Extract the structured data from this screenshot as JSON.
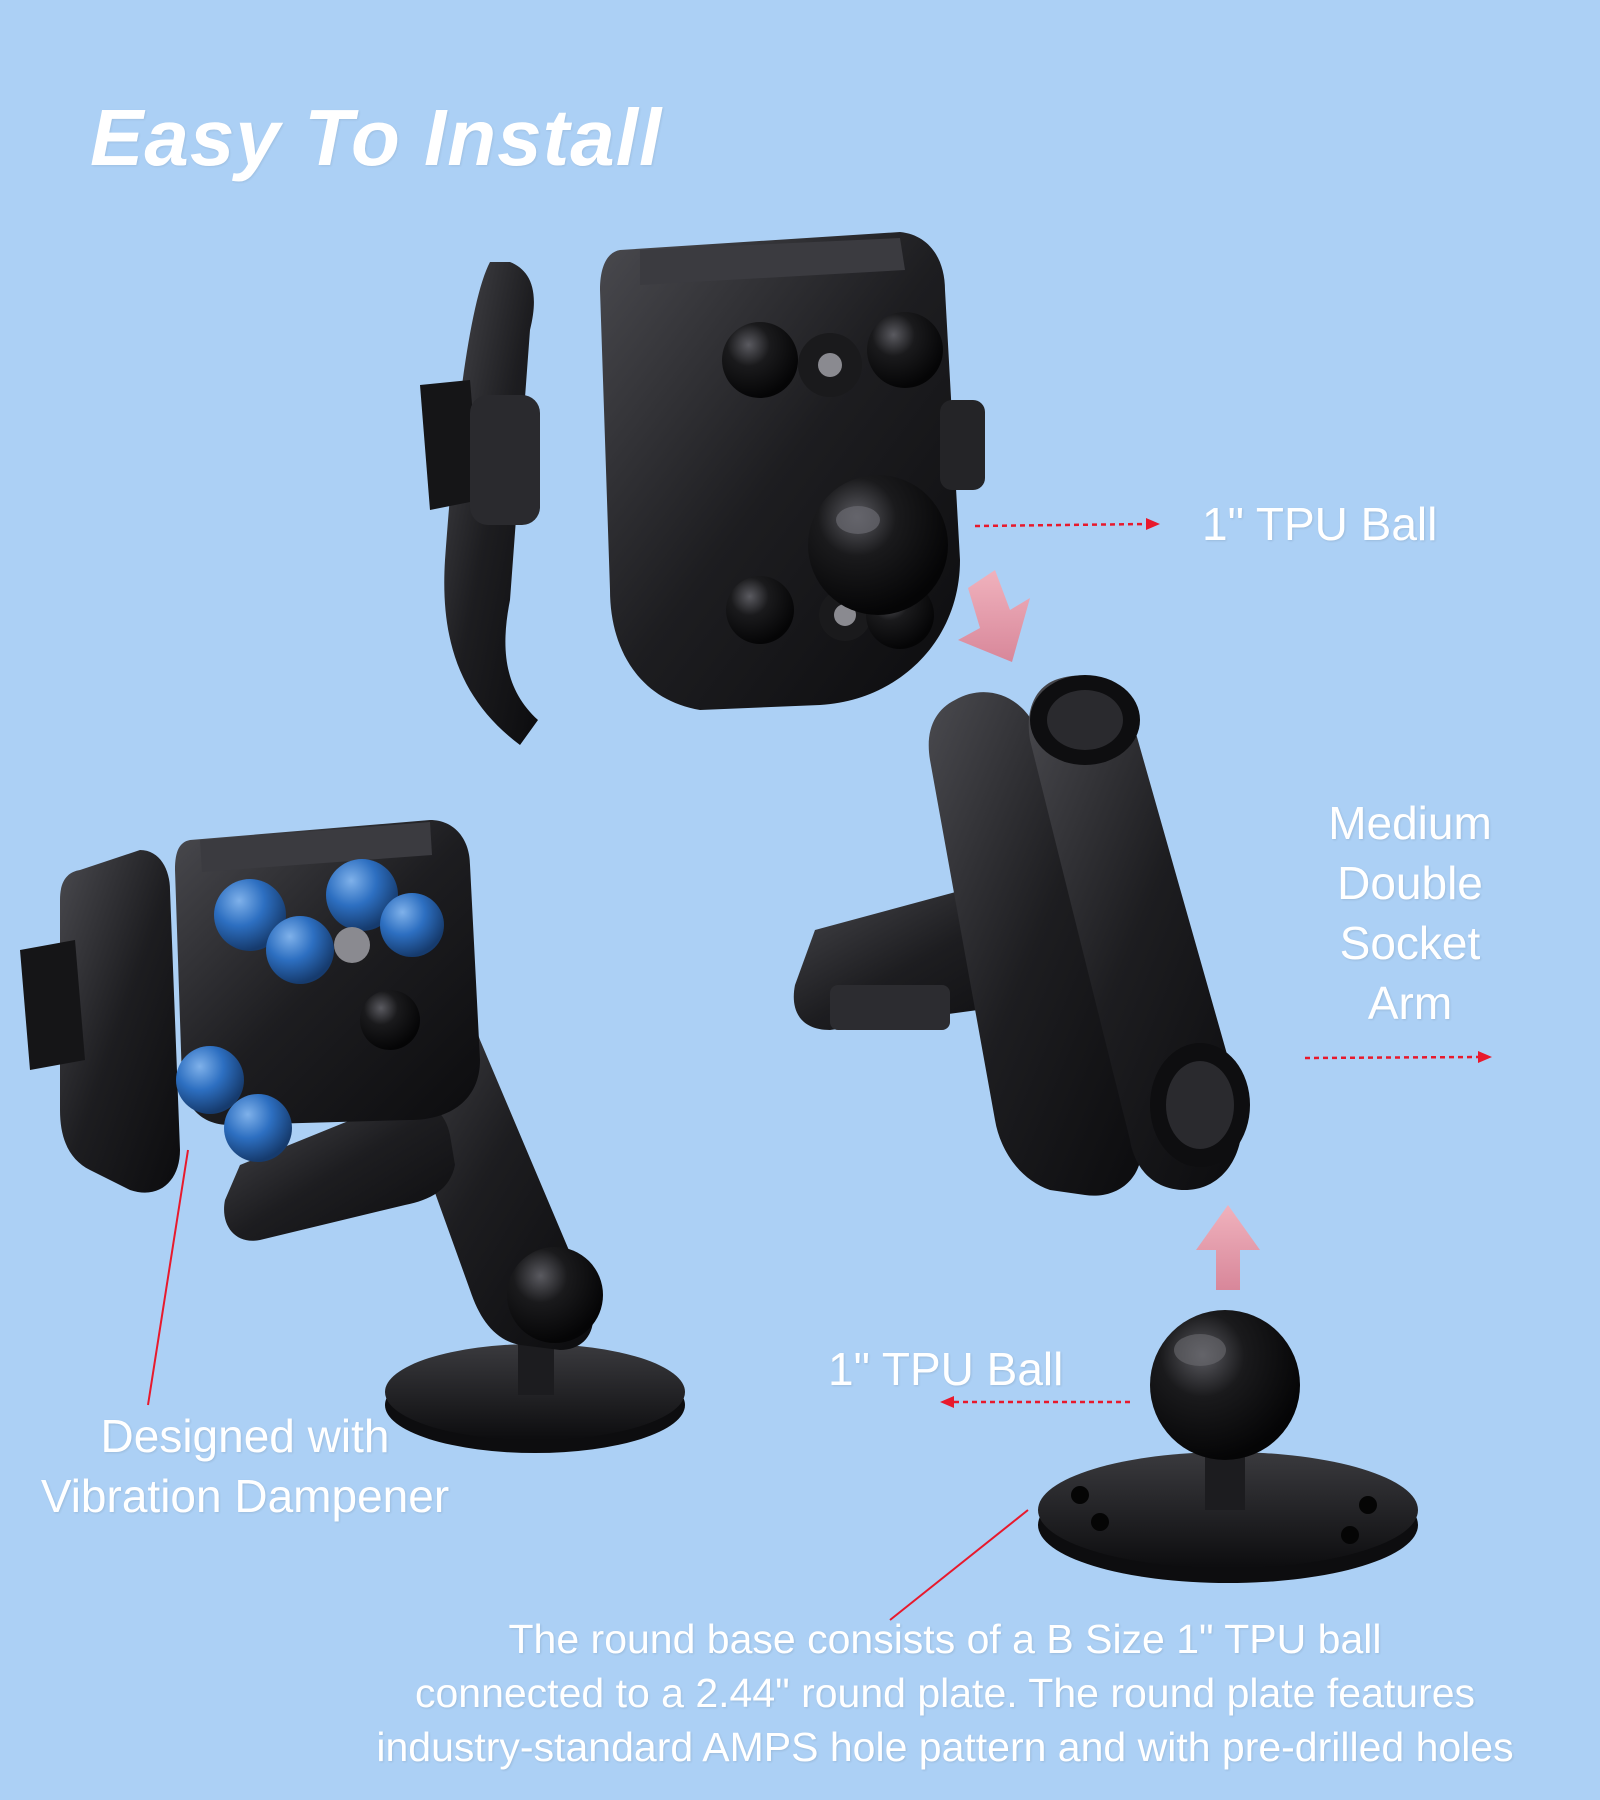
{
  "title": "Easy To Install",
  "labels": {
    "top_ball": "1\" TPU Ball",
    "arm": [
      "Medium",
      "Double",
      "Socket",
      "Arm"
    ],
    "base_ball": "1\" TPU Ball",
    "dampener": [
      "Designed with",
      "Vibration Dampener"
    ]
  },
  "caption": [
    "The round base consists of a B Size 1\" TPU ball",
    "connected to a 2.44\" round plate. The round plate features",
    "industry-standard AMPS hole pattern and with pre-drilled holes"
  ],
  "colors": {
    "background": "#acd0f5",
    "text": "#ffffff",
    "leader_line": "#e8192c",
    "direction_arrow": "#e39aa8",
    "product": "#1b1b1d",
    "dampener": "#2d6fc1"
  },
  "icons": [
    "phone-holder-image",
    "socket-arm-image",
    "round-base-image",
    "assembled-mount-image",
    "down-arrow-icon",
    "up-arrow-icon"
  ]
}
